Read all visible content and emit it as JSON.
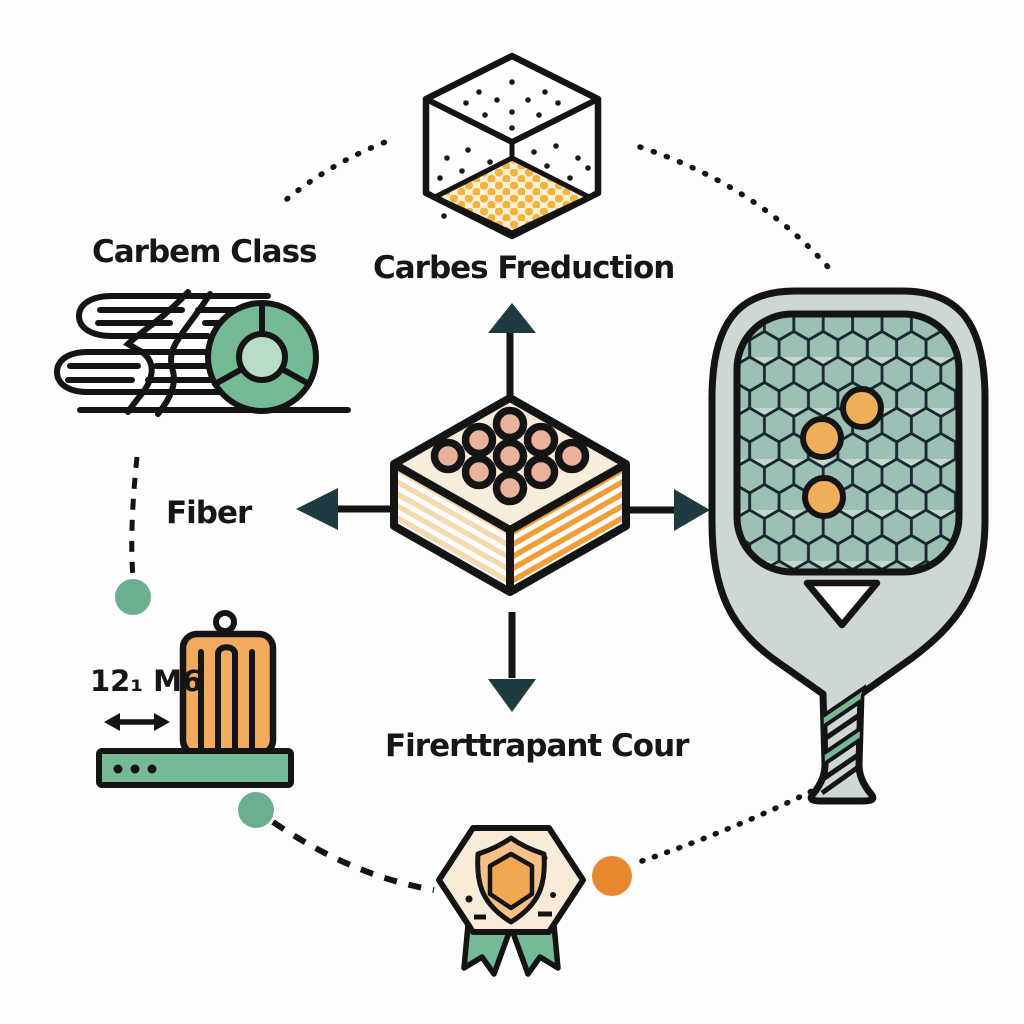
{
  "labels": {
    "top_left": "Carbem Class",
    "top_center": "Carbes Freduction",
    "left": "Fiber",
    "bottom_center": "Firerttrapant Cour",
    "measurement": "12₁ M6"
  },
  "colors": {
    "outline": "#141414",
    "arrow_head": "#203a41",
    "green": "#74ba94",
    "green_light": "#b9dcc6",
    "green_dot": "#6cae90",
    "orange_face": "#f09e35",
    "cream": "#f8ecda",
    "cream_face": "#f6d9ae",
    "comb_orange": "#f2ab5e",
    "paddle_body": "#cdd8d3",
    "paddle_circle": "#efae59",
    "badge_fill": "#f8ecd8",
    "badge_outer": "#f5c189",
    "badge_inner": "#f0a950",
    "dot_orange": "#e8892f",
    "ring_center": "#eab29b",
    "hex_cell": "#9cc0b6",
    "hex_gap": "#c5d6cf",
    "cube_honey": "#f2b340"
  },
  "icons": [
    "carbon-cube-icon",
    "fabric-rolls-icon",
    "material-pie-icon",
    "composite-block-icon",
    "up-arrow-icon",
    "down-arrow-icon",
    "left-arrow-icon",
    "right-arrow-icon",
    "pickleball-paddle-icon",
    "honeycomb-core-icon",
    "comb-fixture-icon",
    "width-arrow-icon",
    "award-badge-icon",
    "connector-dot-icon"
  ]
}
